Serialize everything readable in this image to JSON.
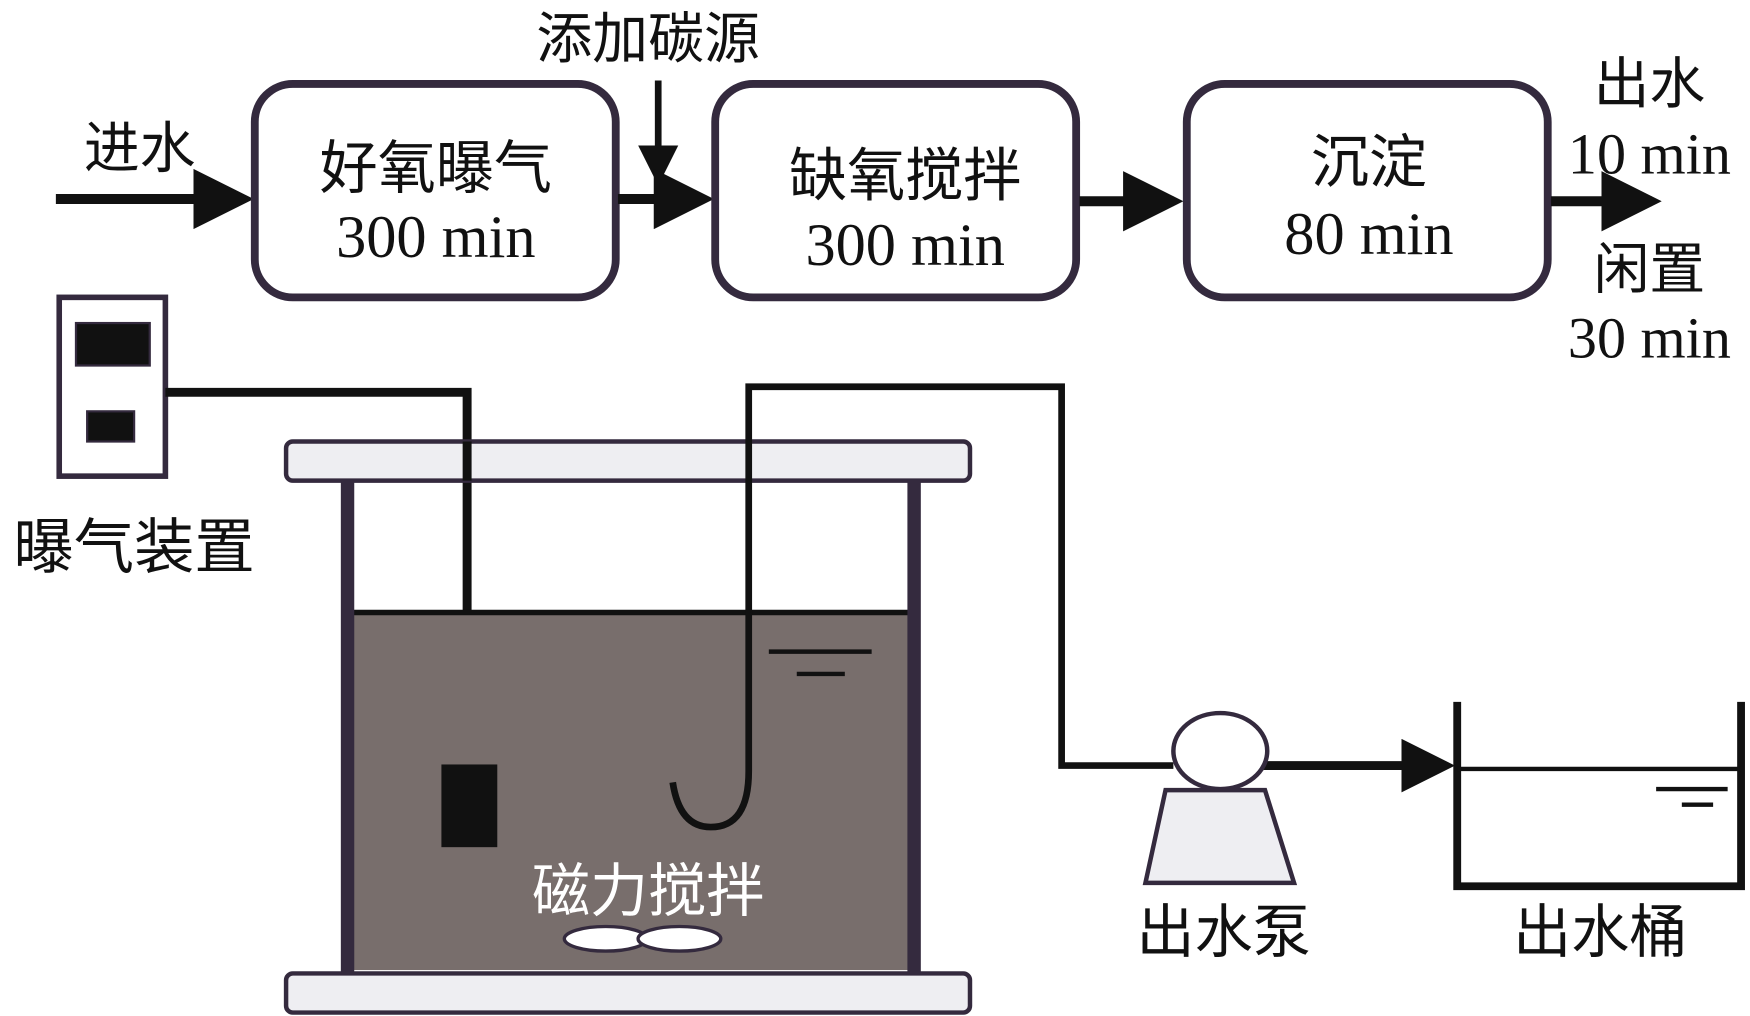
{
  "process_flow": {
    "inlet_label": "进水",
    "carbon_label": "添加碳源",
    "steps": [
      {
        "name": "好氧曝气",
        "duration": "300 min"
      },
      {
        "name": "缺氧搅拌",
        "duration": "300 min"
      },
      {
        "name": "沉淀",
        "duration": "80 min"
      }
    ],
    "outlet": {
      "name": "出水",
      "duration": "10 min"
    },
    "idle": {
      "name": "闲置",
      "duration": "30 min"
    }
  },
  "apparatus": {
    "aeration_device_label": "曝气装置",
    "magnetic_stirrer_label": "磁力搅拌",
    "pump_label": "出水泵",
    "bucket_label": "出水桶"
  },
  "colors": {
    "line": "#111111",
    "box_border": "#342a3e",
    "sludge": "#786e6c",
    "lid": "#eeeef2"
  }
}
